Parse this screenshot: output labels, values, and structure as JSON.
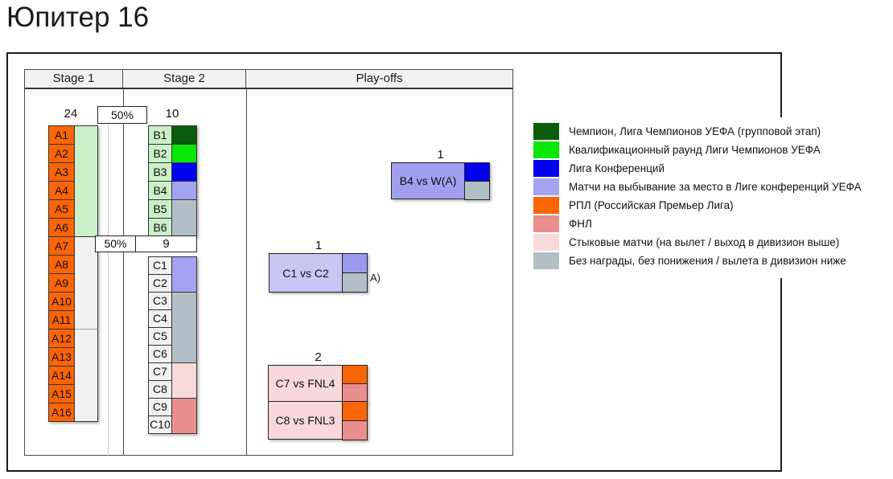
{
  "title": "Юпитер 16",
  "table": {
    "headers": [
      "Stage 1",
      "Stage 2",
      "Play-offs"
    ]
  },
  "stage1": {
    "count": "24",
    "cell_color": "#FB6505",
    "cells": [
      "A1",
      "A2",
      "A3",
      "A4",
      "A5",
      "A6",
      "A7",
      "A8",
      "A9",
      "A10",
      "A11",
      "A12",
      "A13",
      "A14",
      "A15",
      "A16"
    ],
    "strips": [
      {
        "span": 6,
        "color": "#C9F0C9"
      },
      {
        "span": 10,
        "color": "#F1F1F1"
      }
    ],
    "dotted_after_row": 11
  },
  "pass_labels": [
    "50%",
    "50%"
  ],
  "group_b": {
    "count": "10",
    "cell_color": "#C9F0C9",
    "cells": [
      "B1",
      "B2",
      "B3",
      "B4",
      "B5",
      "B6"
    ],
    "strips": [
      {
        "span": 1,
        "color": "#0A5C0A"
      },
      {
        "span": 1,
        "color": "#07E807"
      },
      {
        "span": 1,
        "color": "#0202EE"
      },
      {
        "span": 1,
        "color": "#A3A3EF"
      },
      {
        "span": 2,
        "color": "#B2C0C6"
      }
    ]
  },
  "group_c": {
    "count": "9",
    "cell_color": "#F1F1F1",
    "cells": [
      "C1",
      "C2",
      "C3",
      "C4",
      "C5",
      "C6",
      "C7",
      "C8",
      "C9",
      "C10"
    ],
    "strips": [
      {
        "span": 2,
        "color": "#A3A3EF"
      },
      {
        "span": 4,
        "color": "#B2C0C6"
      },
      {
        "span": 2,
        "color": "#F9DADA"
      },
      {
        "span": 2,
        "color": "#EB8E8E"
      }
    ]
  },
  "playoffs": {
    "final": {
      "count": "1",
      "label": "B4 vs W(A)",
      "fill": "#A0A0F0",
      "marks": [
        "#0202EE",
        "#B2C0C6"
      ]
    },
    "semi": {
      "count": "1",
      "label": "C1 vs C2",
      "fill": "#C7C7F5",
      "marks": [
        "#9A9AEF",
        "#B2C0C6"
      ],
      "note": "A)"
    },
    "relegation": {
      "count": "2",
      "matches": [
        {
          "label": "C7 vs FNL4",
          "fill": "#F8D8D8",
          "marks": [
            "#FB6505",
            "#EB8E8E"
          ]
        },
        {
          "label": "C8 vs FNL3",
          "fill": "#F8D8D8",
          "marks": [
            "#FB6505",
            "#EB8E8E"
          ]
        }
      ]
    }
  },
  "legend": {
    "items": [
      {
        "color": "#0A5C0A",
        "label": "Чемпион, Лига Чемпионов УЕФА (групповой этап)"
      },
      {
        "color": "#07E807",
        "label": "Квалификационный раунд Лиги Чемпионов УЕФА"
      },
      {
        "color": "#0202EE",
        "label": "Лига Конференций"
      },
      {
        "color": "#A3A3EF",
        "label": "Матчи на выбывание за место в Лиге конференций УЕФА"
      },
      {
        "color": "#FB6505",
        "label": "РПЛ (Российская Премьер Лига)"
      },
      {
        "color": "#EB8E8E",
        "label": "ФНЛ"
      },
      {
        "color": "#F9DADA",
        "label": "Стыковые матчи (на вылет / выход в дивизион выше)"
      },
      {
        "color": "#B2C0C6",
        "label": "Без награды, без понижения / вылета в дивизион ниже"
      }
    ]
  }
}
